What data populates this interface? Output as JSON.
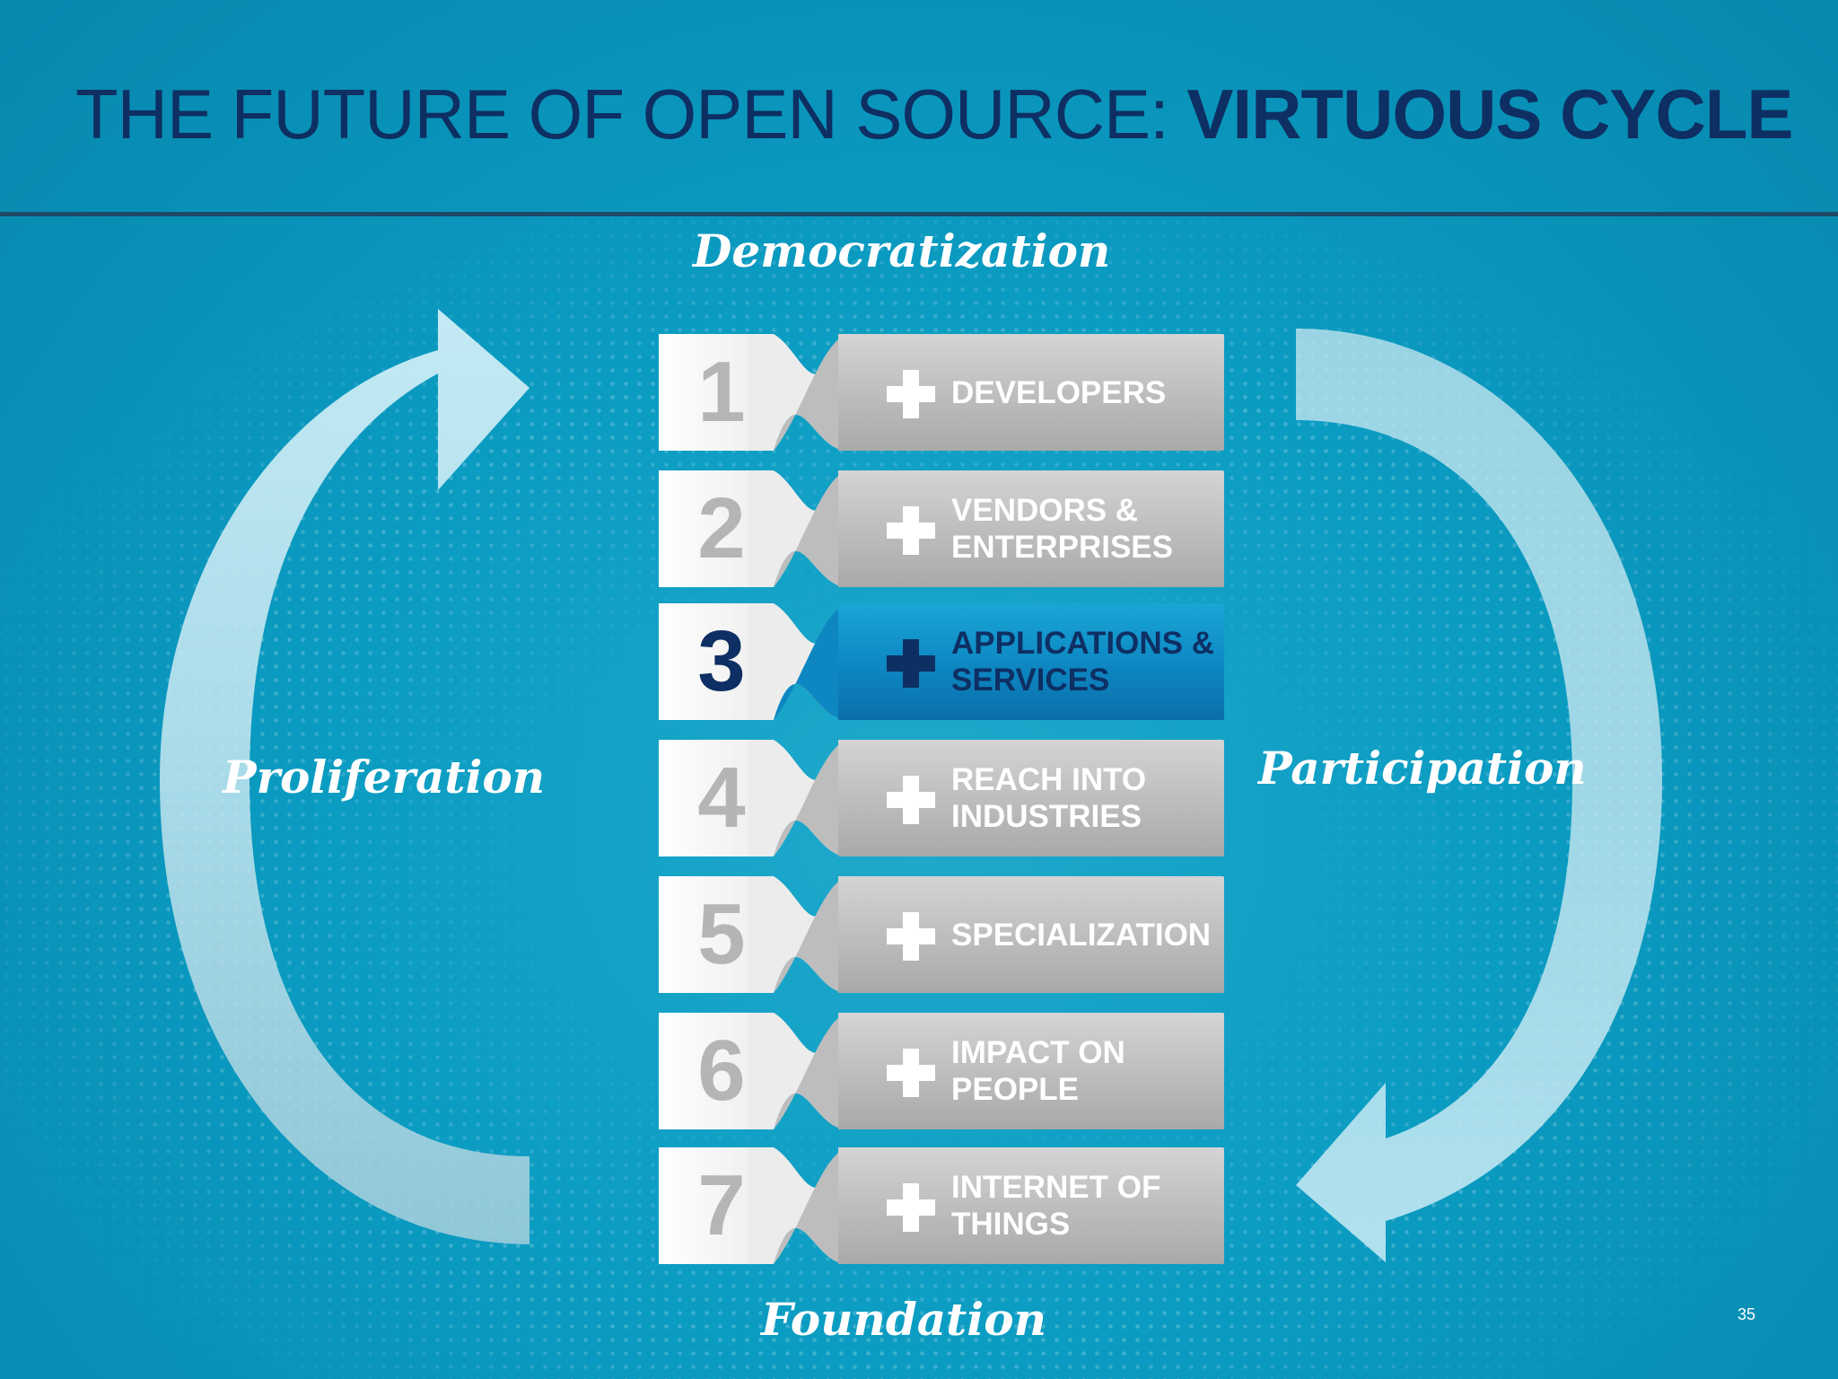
{
  "slide": {
    "title_regular": "THE FUTURE OF OPEN SOURCE: ",
    "title_bold": "VIRTUOUS CYCLE",
    "page_number": "35"
  },
  "cycle": {
    "top": "Democratization",
    "bottom": "Foundation",
    "left": "Proliferation",
    "right": "Participation"
  },
  "steps": [
    {
      "number": "1",
      "label": "DEVELOPERS"
    },
    {
      "number": "2",
      "label": "VENDORS &\nENTERPRISES"
    },
    {
      "number": "3",
      "label": "APPLICATIONS &\nSERVICES",
      "highlighted": true
    },
    {
      "number": "4",
      "label": "REACH INTO\nINDUSTRIES"
    },
    {
      "number": "5",
      "label": "SPECIALIZATION"
    },
    {
      "number": "6",
      "label": "IMPACT ON\nPEOPLE"
    },
    {
      "number": "7",
      "label": "INTERNET OF\nTHINGS"
    }
  ],
  "colors": {
    "background": "#0b9cc2",
    "title": "#0e2f63",
    "highlight_tab": "#0d86c2",
    "tab_gray": "#bcbcbc"
  }
}
